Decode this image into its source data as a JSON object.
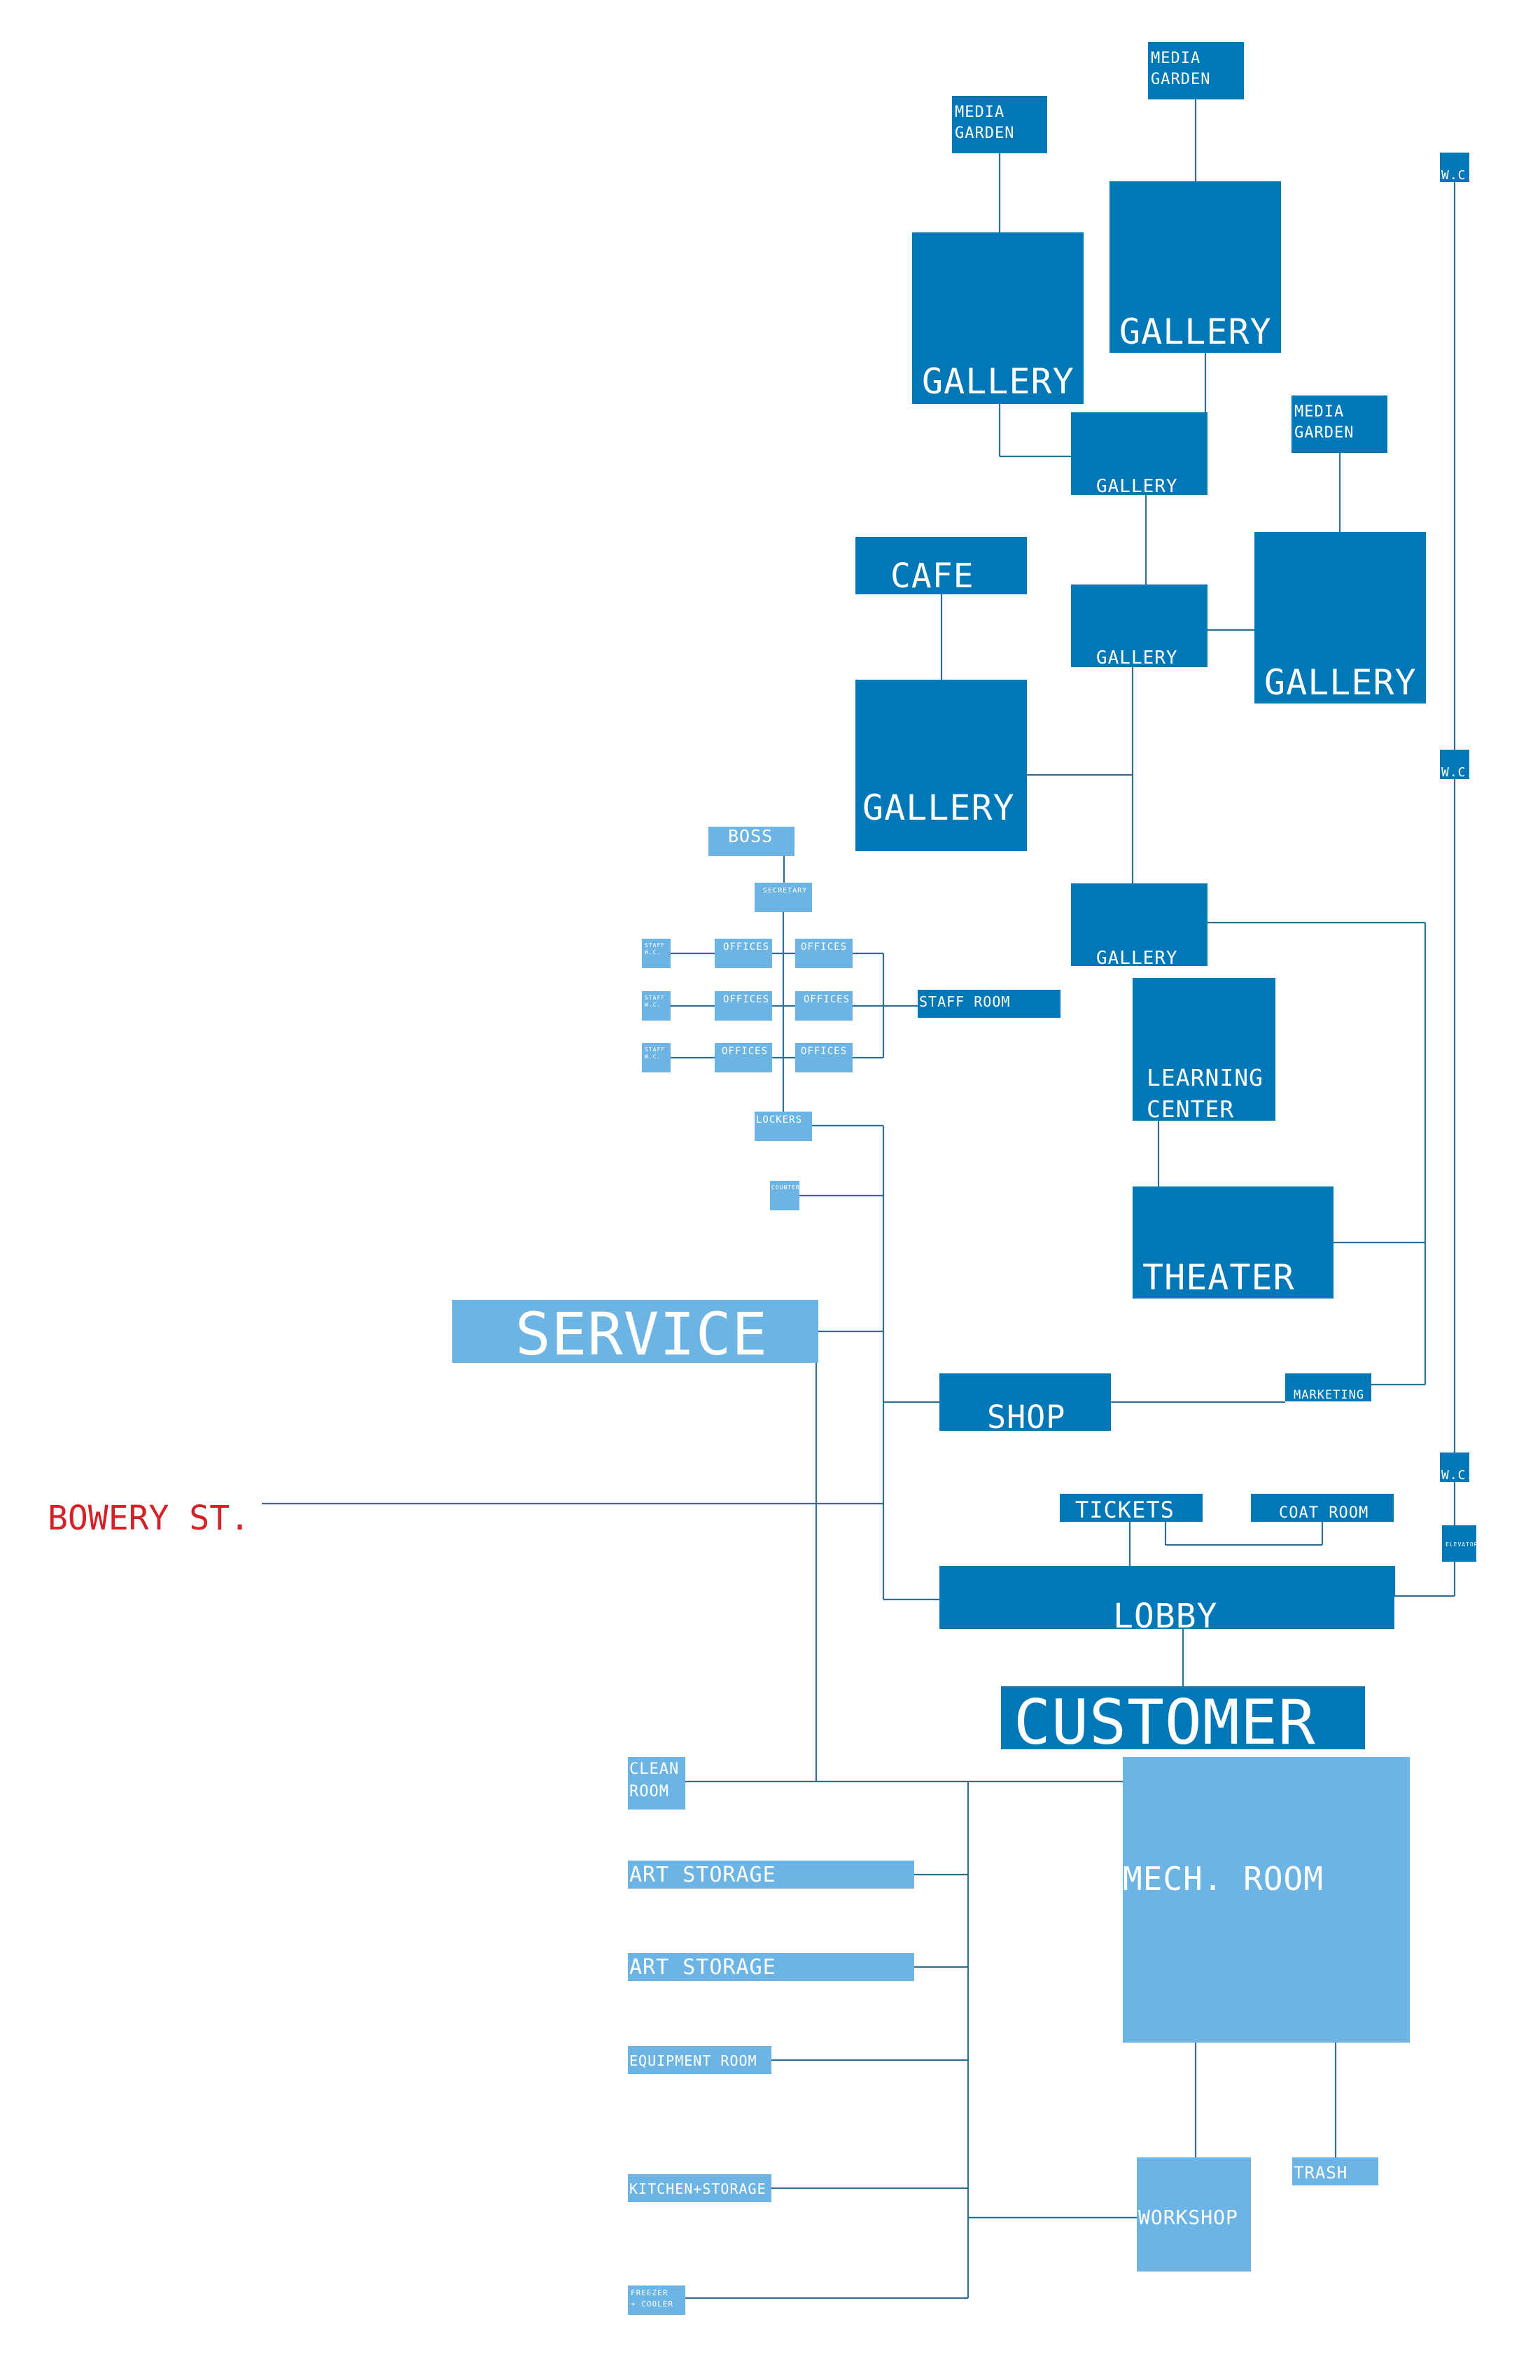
{
  "colors": {
    "dark": "#0077b6",
    "light": "#6cb4e4",
    "line": "#2f6f96",
    "street": "#d42027",
    "label": "#ffffff"
  },
  "street": {
    "label": "BOWERY ST."
  },
  "rooms": [
    {
      "id": "media-garden-1",
      "lines": [
        "MEDIA",
        "GARDEN"
      ],
      "tone": "dark"
    },
    {
      "id": "media-garden-2",
      "lines": [
        "MEDIA",
        "GARDEN"
      ],
      "tone": "dark"
    },
    {
      "id": "gallery-top-left",
      "lines": [
        "GALLERY"
      ],
      "tone": "dark"
    },
    {
      "id": "gallery-top-right",
      "lines": [
        "GALLERY"
      ],
      "tone": "dark"
    },
    {
      "id": "media-garden-3",
      "lines": [
        "MEDIA",
        "GARDEN"
      ],
      "tone": "dark"
    },
    {
      "id": "gallery-mid-1",
      "lines": [
        "GALLERY"
      ],
      "tone": "dark"
    },
    {
      "id": "cafe",
      "lines": [
        "CAFE"
      ],
      "tone": "dark"
    },
    {
      "id": "gallery-mid-2",
      "lines": [
        "GALLERY"
      ],
      "tone": "dark"
    },
    {
      "id": "gallery-right",
      "lines": [
        "GALLERY"
      ],
      "tone": "dark"
    },
    {
      "id": "gallery-left",
      "lines": [
        "GALLERY"
      ],
      "tone": "dark"
    },
    {
      "id": "gallery-lower",
      "lines": [
        "GALLERY"
      ],
      "tone": "dark"
    },
    {
      "id": "learning-center",
      "lines": [
        "LEARNING",
        "CENTER"
      ],
      "tone": "dark"
    },
    {
      "id": "theater",
      "lines": [
        "THEATER"
      ],
      "tone": "dark"
    },
    {
      "id": "shop",
      "lines": [
        "SHOP"
      ],
      "tone": "dark"
    },
    {
      "id": "marketing",
      "lines": [
        "MARKETING"
      ],
      "tone": "dark"
    },
    {
      "id": "tickets",
      "lines": [
        "TICKETS"
      ],
      "tone": "dark"
    },
    {
      "id": "coat-room",
      "lines": [
        "COAT ROOM"
      ],
      "tone": "dark"
    },
    {
      "id": "lobby",
      "lines": [
        "LOBBY"
      ],
      "tone": "dark"
    },
    {
      "id": "customer",
      "lines": [
        "CUSTOMER"
      ],
      "tone": "dark"
    },
    {
      "id": "wc-1",
      "lines": [
        "W.C."
      ],
      "tone": "dark"
    },
    {
      "id": "wc-2",
      "lines": [
        "W.C."
      ],
      "tone": "dark"
    },
    {
      "id": "wc-3",
      "lines": [
        "W.C."
      ],
      "tone": "dark"
    },
    {
      "id": "elevator",
      "lines": [
        "ELEVATOR"
      ],
      "tone": "dark"
    },
    {
      "id": "staff-room",
      "lines": [
        "STAFF ROOM"
      ],
      "tone": "dark"
    },
    {
      "id": "boss",
      "lines": [
        "BOSS"
      ],
      "tone": "light"
    },
    {
      "id": "secretary",
      "lines": [
        "SECRETARY"
      ],
      "tone": "light"
    },
    {
      "id": "staff-wc-1",
      "lines": [
        "STAFF",
        "W.C."
      ],
      "tone": "light"
    },
    {
      "id": "staff-wc-2",
      "lines": [
        "STAFF",
        "W.C."
      ],
      "tone": "light"
    },
    {
      "id": "staff-wc-3",
      "lines": [
        "STAFF",
        "W.C."
      ],
      "tone": "light"
    },
    {
      "id": "offices-1a",
      "lines": [
        "OFFICES"
      ],
      "tone": "light"
    },
    {
      "id": "offices-1b",
      "lines": [
        "OFFICES"
      ],
      "tone": "light"
    },
    {
      "id": "offices-2a",
      "lines": [
        "OFFICES"
      ],
      "tone": "light"
    },
    {
      "id": "offices-2b",
      "lines": [
        "OFFICES"
      ],
      "tone": "light"
    },
    {
      "id": "offices-3a",
      "lines": [
        "OFFICES"
      ],
      "tone": "light"
    },
    {
      "id": "offices-3b",
      "lines": [
        "OFFICES"
      ],
      "tone": "light"
    },
    {
      "id": "lockers",
      "lines": [
        "LOCKERS"
      ],
      "tone": "light"
    },
    {
      "id": "counter",
      "lines": [
        "COUNTER"
      ],
      "tone": "light"
    },
    {
      "id": "service",
      "lines": [
        "SERVICE"
      ],
      "tone": "light"
    },
    {
      "id": "clean-room",
      "lines": [
        "CLEAN",
        "ROOM"
      ],
      "tone": "light"
    },
    {
      "id": "art-storage-1",
      "lines": [
        "ART STORAGE"
      ],
      "tone": "light"
    },
    {
      "id": "art-storage-2",
      "lines": [
        "ART STORAGE"
      ],
      "tone": "light"
    },
    {
      "id": "equipment-room",
      "lines": [
        "EQUIPMENT ROOM"
      ],
      "tone": "light"
    },
    {
      "id": "kitchen-storage",
      "lines": [
        "KITCHEN+STORAGE"
      ],
      "tone": "light"
    },
    {
      "id": "freezer-cooler",
      "lines": [
        "FREEZER",
        "+ COOLER"
      ],
      "tone": "light"
    },
    {
      "id": "mech-room",
      "lines": [
        "MECH. ROOM"
      ],
      "tone": "light"
    },
    {
      "id": "workshop",
      "lines": [
        "WORKSHOP"
      ],
      "tone": "light"
    },
    {
      "id": "trash",
      "lines": [
        "TRASH"
      ],
      "tone": "light"
    }
  ]
}
